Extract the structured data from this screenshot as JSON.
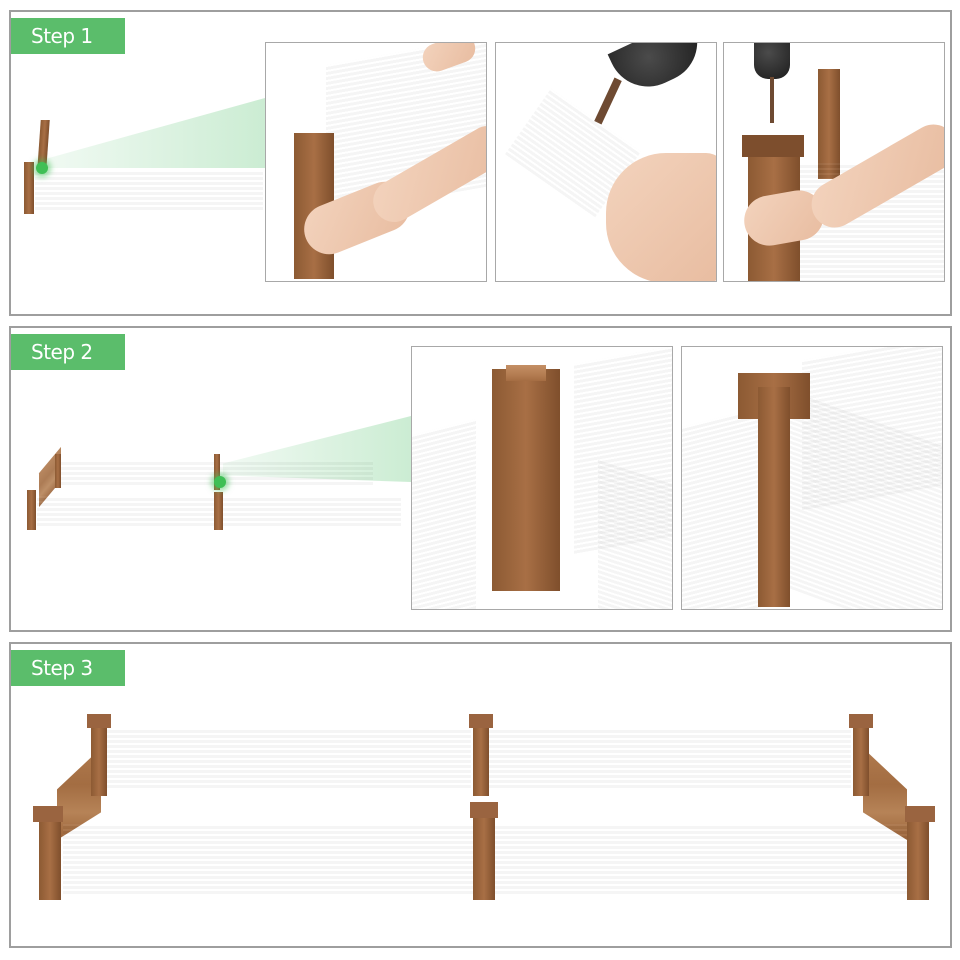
{
  "steps": [
    {
      "label": "Step 1",
      "overview": "Side panel with corner post being assembled",
      "detail_frames": [
        {
          "description": "Hand slides wooden panel into grooved corner post"
        },
        {
          "description": "Drill drives screws into wooden post cap"
        },
        {
          "description": "Drill fastens cap onto top of assembled corner post"
        }
      ]
    },
    {
      "label": "Step 2",
      "overview": "Two long side panels joined by middle post",
      "detail_frames": [
        {
          "description": "Exploded view: panels slotting into cross-grooved post"
        },
        {
          "description": "Assembled view: panels seated in post grooves"
        }
      ]
    },
    {
      "label": "Step 3",
      "overview": "Completed two-section rectangular raised garden bed"
    }
  ],
  "colors": {
    "label_green": "#5bbd6b",
    "highlight_green": "#3fbf55",
    "beam_green": "#bae6c4",
    "panel_border": "#9e9e9e",
    "wood": "#a86f45"
  }
}
